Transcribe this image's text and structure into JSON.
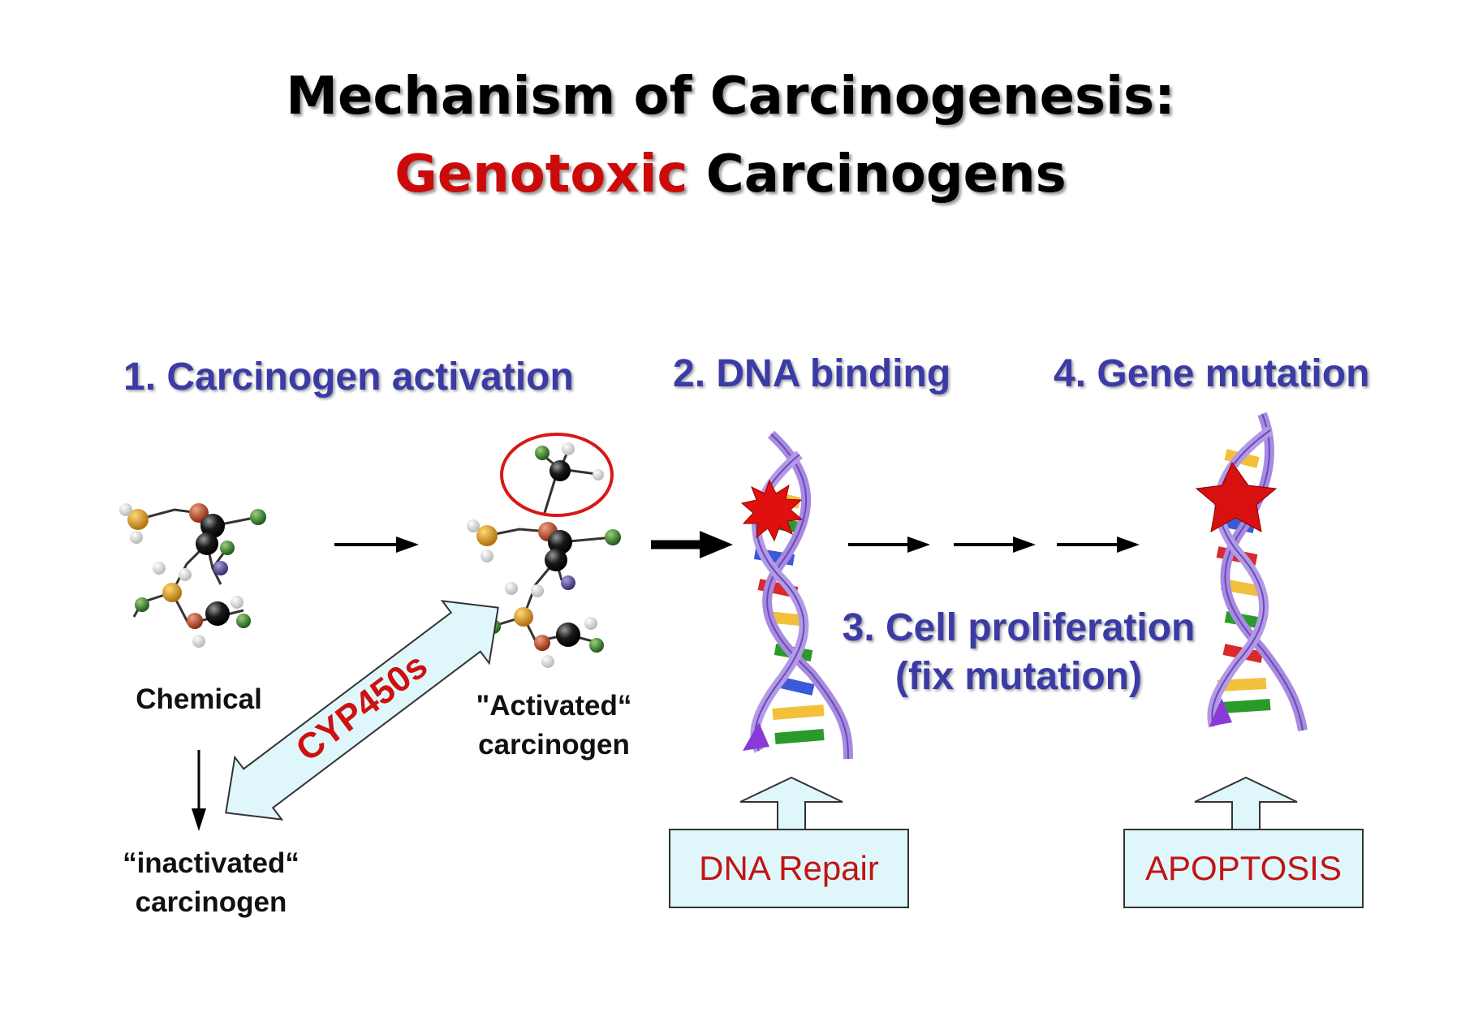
{
  "title": {
    "line1": "Mechanism of Carcinogenesis:",
    "line2_red": "Genotoxic",
    "line2_rest": " Carcinogens"
  },
  "steps": {
    "step1": "1. Carcinogen activation",
    "step2": "2. DNA binding",
    "step3_line1": "3. Cell proliferation",
    "step3_line2": "(fix mutation)",
    "step4": "4. Gene mutation"
  },
  "labels": {
    "chemical": "Chemical",
    "activated_line1": "\"Activated“",
    "activated_line2": "carcinogen",
    "inactivated_line1": "“inactivated“",
    "inactivated_line2": "carcinogen",
    "enzyme": "CYP450s"
  },
  "boxes": {
    "dna_repair": "DNA Repair",
    "apoptosis": "APOPTOSIS"
  },
  "colors": {
    "title_accent": "#cc0a0a",
    "step_text": "#3b3ba6",
    "box_fill": "#dff7fb",
    "box_text": "#c21414",
    "enzyme_text": "#d01010"
  },
  "icons": [
    "molecule-icon",
    "dna-helix-icon",
    "damage-burst-icon",
    "mutation-star-icon"
  ]
}
